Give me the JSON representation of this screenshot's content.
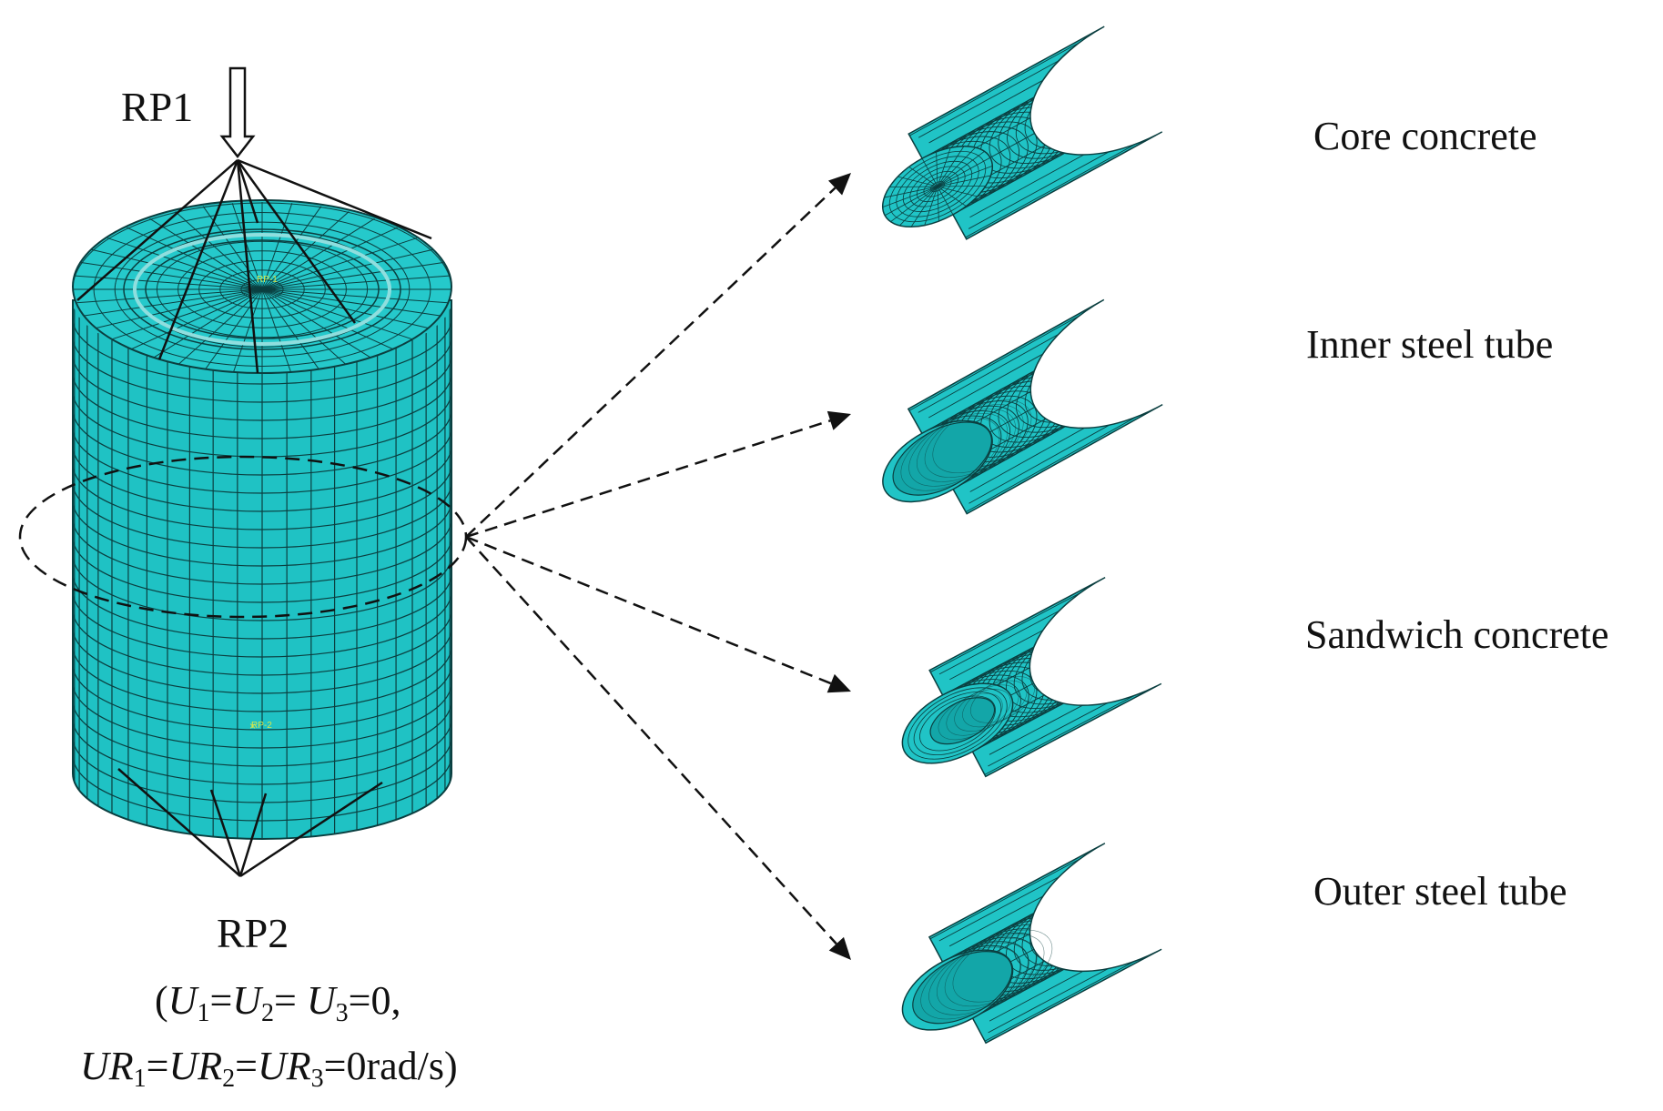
{
  "labels": {
    "rp1": "RP1",
    "rp2": "RP2",
    "rp1_small": "RP-1",
    "rp2_small": "RP-2"
  },
  "boundary_conditions": {
    "line1": {
      "open": "(",
      "u1": "U",
      "u1_sub": "1",
      "eq1": "=",
      "u2": "U",
      "u2_sub": "2",
      "eq2": "= ",
      "u3": "U",
      "u3_sub": "3",
      "tail": "=0,"
    },
    "line2": {
      "ur1": "UR",
      "ur1_sub": "1",
      "eq1": "=",
      "ur2": "UR",
      "ur2_sub": "2",
      "eq2": "=",
      "ur3": "UR",
      "ur3_sub": "3",
      "tail": "=0rad/s)"
    }
  },
  "components": [
    {
      "name": "Core concrete",
      "kind": "solid"
    },
    {
      "name": "Inner steel tube",
      "kind": "thin-tube"
    },
    {
      "name": "Sandwich concrete",
      "kind": "thick-tube"
    },
    {
      "name": "Outer steel tube",
      "kind": "thin-tube"
    }
  ],
  "colors": {
    "mesh_fill": "#20c4c6",
    "mesh_fill_dark": "#13a6a8",
    "mesh_line": "#0b3f40",
    "text": "#111111",
    "ref_point": "#d8e64a"
  }
}
